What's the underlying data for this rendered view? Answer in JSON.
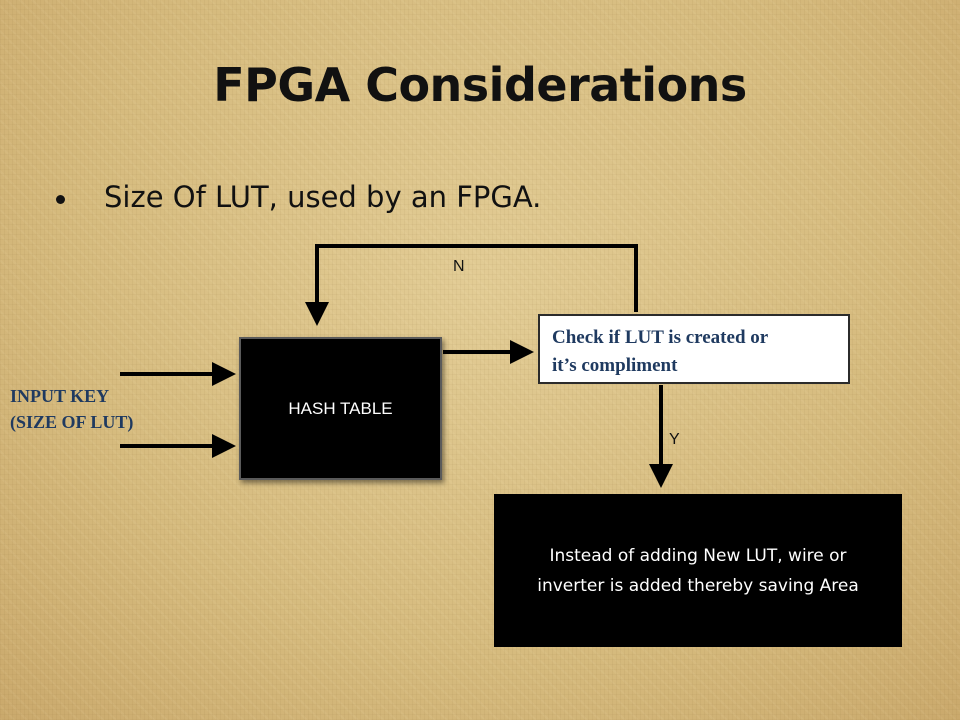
{
  "slide": {
    "title": "FPGA Considerations",
    "bullet": "Size Of LUT, used by an FPGA."
  },
  "diagram": {
    "hash_table_label": "HASH TABLE",
    "check_label_line1": "Check if LUT is created or",
    "check_label_line2": "it’s compliment",
    "result_line1": "Instead of adding New LUT, wire or",
    "result_line2": "inverter is added thereby saving Area",
    "input_label_line1": "INPUT KEY",
    "input_label_line2": "(SIZE OF LUT)",
    "no_label": "N",
    "yes_label": "Y"
  },
  "colors": {
    "background": "#d8bf84",
    "label_text": "#1f3a60",
    "box_fill": "#000000",
    "check_fill": "#ffffff"
  }
}
